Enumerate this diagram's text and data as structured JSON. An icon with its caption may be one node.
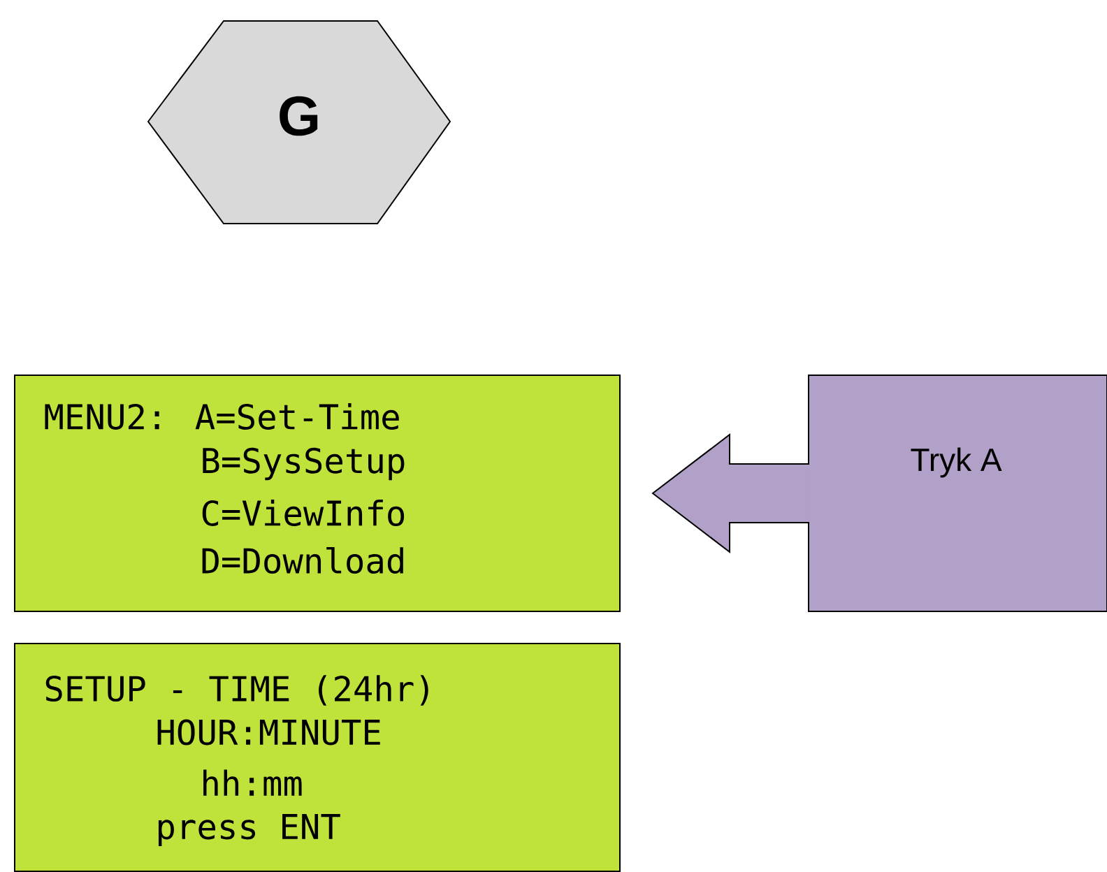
{
  "diagram": {
    "nodes": [
      {
        "text": [
          "G"
        ]
      },
      {
        "text": [
          "MENU2: A=Set-Time",
          "B=SysSetup",
          "C=ViewInfo",
          "D=Download"
        ]
      },
      {
        "text": [
          "SETUP - TIME (24hr)",
          "HOUR:MINUTE",
          "hh:mm",
          "press ENT"
        ]
      },
      {
        "text": [
          "Tryk A"
        ]
      }
    ],
    "edges": [
      {
        "from": 3,
        "to": 1,
        "arrow": "to"
      }
    ]
  }
}
